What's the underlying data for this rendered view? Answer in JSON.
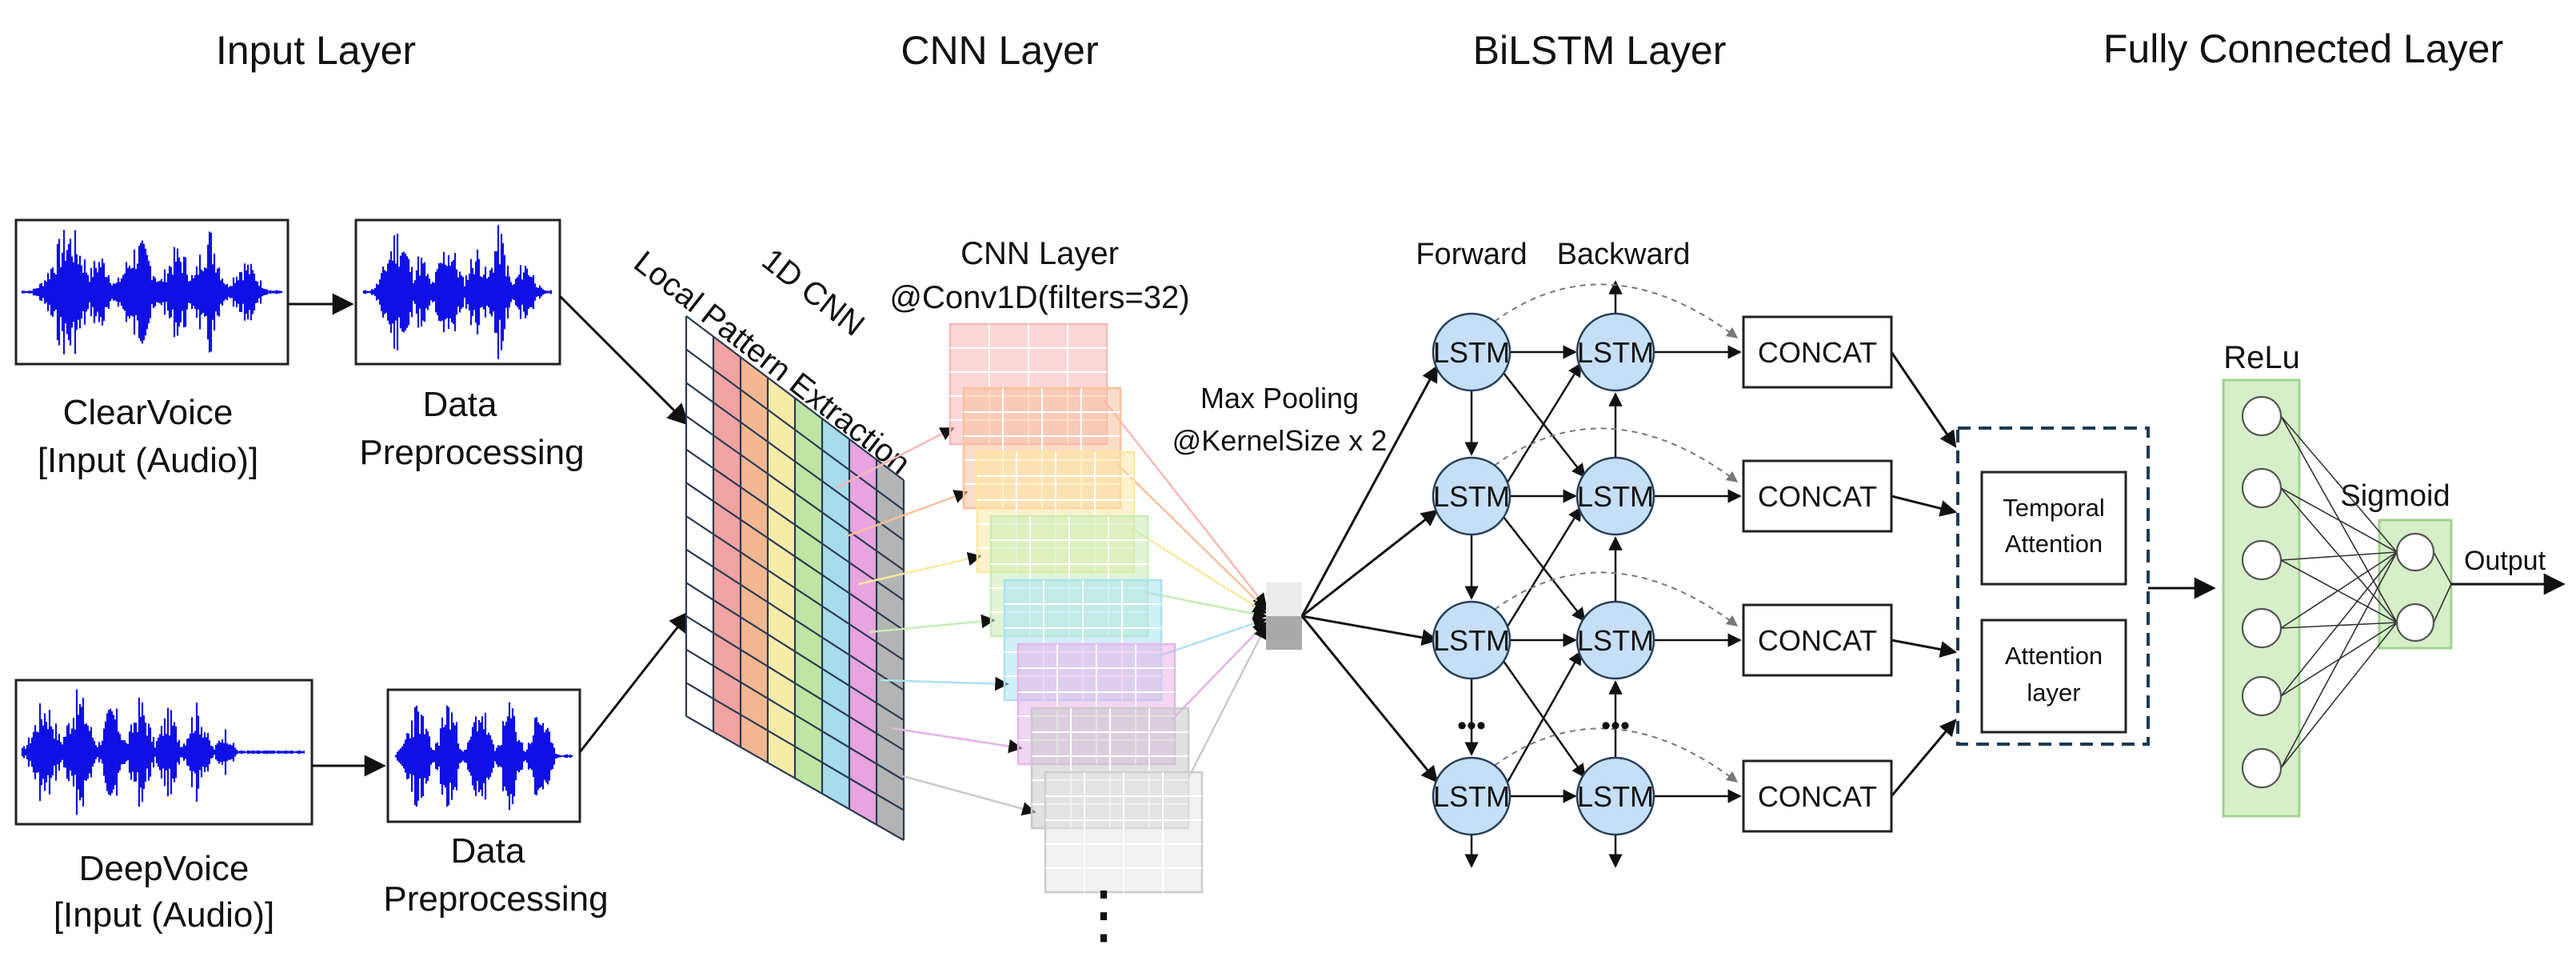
{
  "headers": {
    "input": "Input Layer",
    "cnn": "CNN Layer",
    "bilstm": "BiLSTM Layer",
    "fc": "Fully Connected Layer"
  },
  "inputs": {
    "clear_label_1": "ClearVoice",
    "clear_label_2": "[Input (Audio)]",
    "deep_label_1": "DeepVoice",
    "deep_label_2": "[Input (Audio)]",
    "prep_label_1": "Data",
    "prep_label_2": "Preprocessing"
  },
  "cnn": {
    "local_pattern": "Local Pattern Extraction",
    "conv_1d": "1D CNN",
    "layer_label_1": "CNN Layer",
    "layer_label_2": "@Conv1D(filters=32)",
    "pool_label_1": "Max Pooling",
    "pool_label_2": "@KernelSize x 2",
    "strip_colors": [
      "#f4a3a3",
      "#f3b891",
      "#f7eba9",
      "#bfe5a2",
      "#a6dcec",
      "#e9a4df",
      "#b4b4b4"
    ],
    "map_colors": [
      "#f8b7b7",
      "#f8c09c",
      "#fbe7a0",
      "#c6ecb4",
      "#abe1f3",
      "#e7b2e9",
      "#c9c9c9",
      "#e6e6e6"
    ],
    "ellipsis": "⋮"
  },
  "bilstm": {
    "forward": "Forward",
    "backward": "Backward",
    "cell": "LSTM",
    "concat": "CONCAT",
    "dots": "•••",
    "cell_color": "#c5dff7"
  },
  "fc": {
    "temporal_1": "Temporal",
    "temporal_2": "Attention",
    "attention_1": "Attention",
    "attention_2": "layer",
    "relu": "ReLu",
    "sigmoid": "Sigmoid",
    "output": "Output",
    "layer_color": "#d6efc8"
  }
}
